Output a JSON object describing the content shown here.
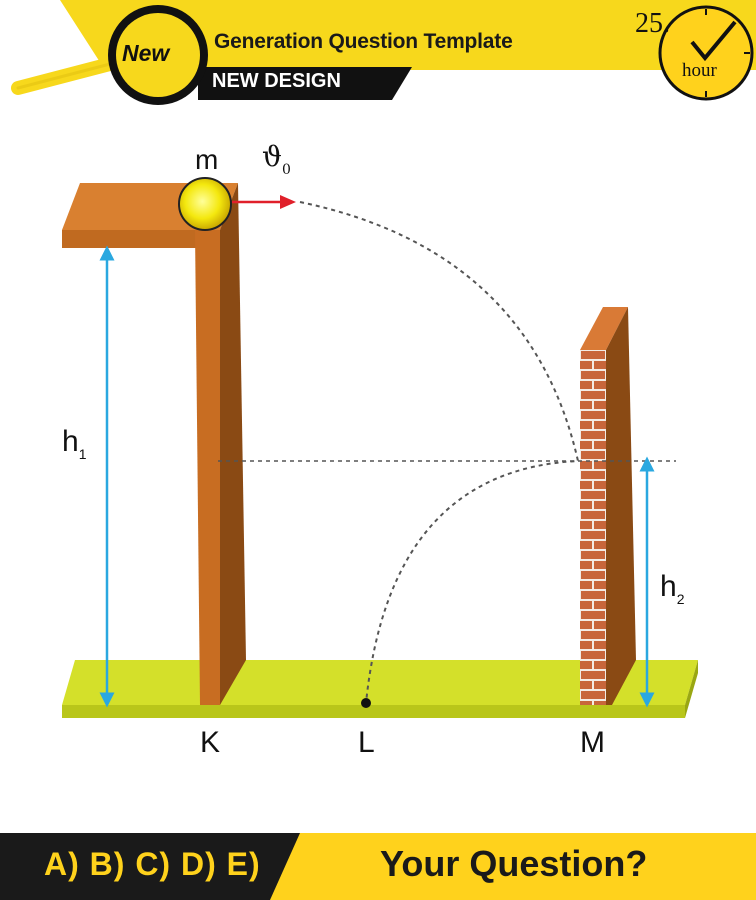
{
  "header": {
    "badge": "New",
    "title": "Generation Question Template",
    "subtitle": "NEW DESIGN",
    "timer_value": "25.",
    "timer_unit": "hour"
  },
  "diagram": {
    "mass_label": "m",
    "velocity_symbol": "ϑ",
    "velocity_subscript": "0",
    "h1_symbol": "h",
    "h1_subscript": "1",
    "h2_symbol": "h",
    "h2_subscript": "2",
    "point_k": "K",
    "point_l": "L",
    "point_m": "M"
  },
  "footer": {
    "answer_options": "A) B) C) D) E)",
    "question": "Your Question?"
  },
  "colors": {
    "accent_yellow": "#f7d81c",
    "wood": "#d98030",
    "wood_dark": "#8a4a14",
    "ground": "#d4e02a",
    "arrow_blue": "#2aa8e0",
    "arrow_red": "#e0202a",
    "brick": "#c8663a"
  }
}
